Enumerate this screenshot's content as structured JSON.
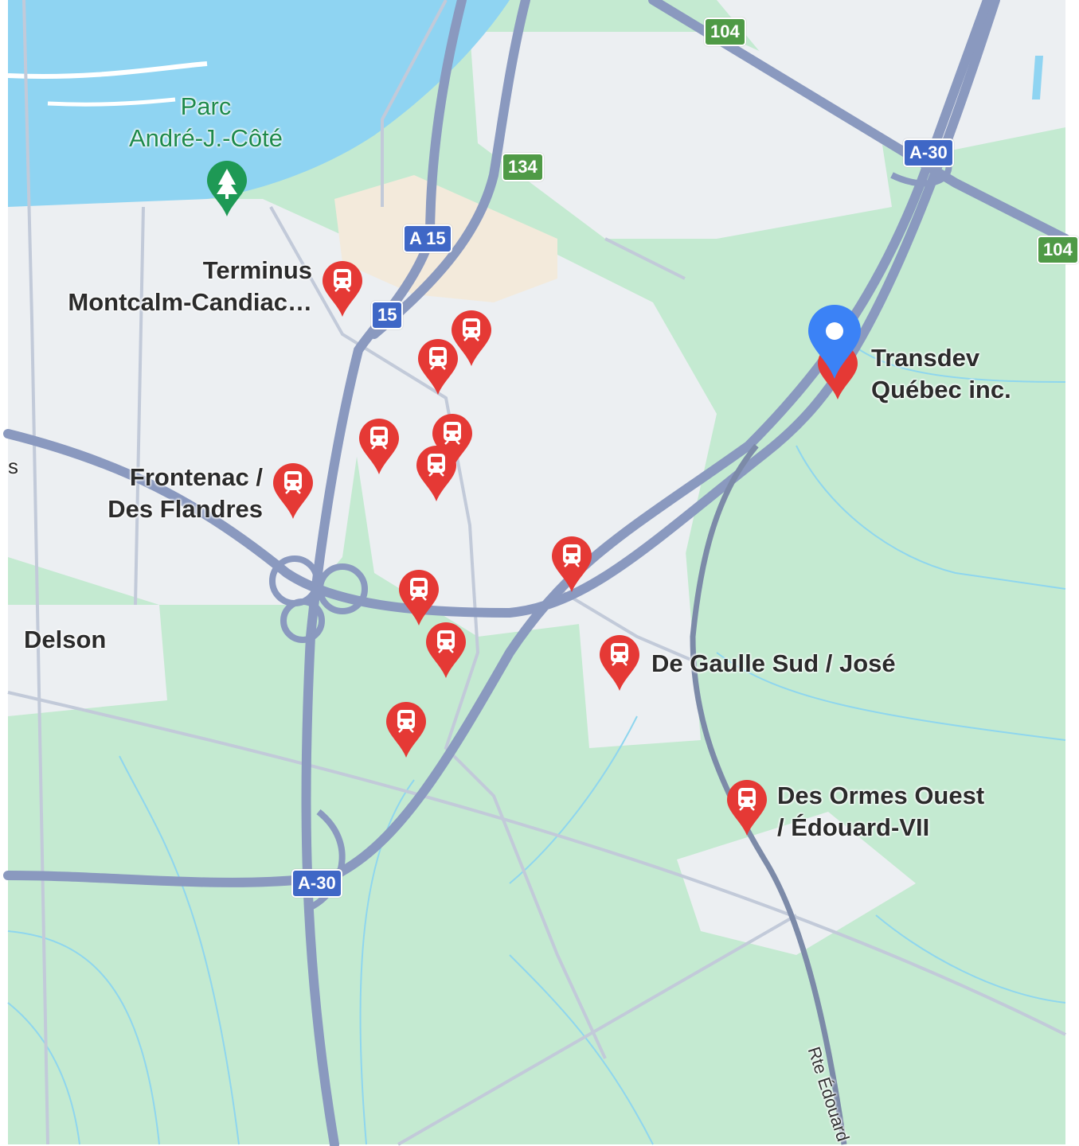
{
  "colors": {
    "water": "#8fd4f2",
    "land_green": "#c4ead1",
    "urban": "#eef0f2",
    "highway": "#8a99bf",
    "road": "#c2cad9",
    "stream": "#8fd6ee",
    "transit_pin": "#e53935",
    "selected_pin": "#3b82f6",
    "park_label": "#1e8a4c"
  },
  "labels": {
    "park": "Parc\nAndré-J.-Côté",
    "delson": "Delson",
    "edge_s": "s",
    "road_edouard": "Rte Édouard"
  },
  "places": [
    {
      "name": "Terminus\nMontcalm-Candiac…",
      "icon": "transit-icon"
    },
    {
      "name": "Frontenac /\nDes Flandres",
      "icon": "transit-icon"
    },
    {
      "name": "De Gaulle Sud / José",
      "icon": "transit-icon"
    },
    {
      "name": "Des Ormes Ouest\n/ Édouard-VII",
      "icon": "transit-icon"
    },
    {
      "name": "Transdev\nQuébec inc.",
      "icon": "location-pin-icon"
    }
  ],
  "shields": {
    "r104": "104",
    "r104_edge": "104",
    "r134": "134",
    "a15": "A 15",
    "r15": "15",
    "a30_top": "A-30",
    "a30_bottom": "A-30"
  }
}
